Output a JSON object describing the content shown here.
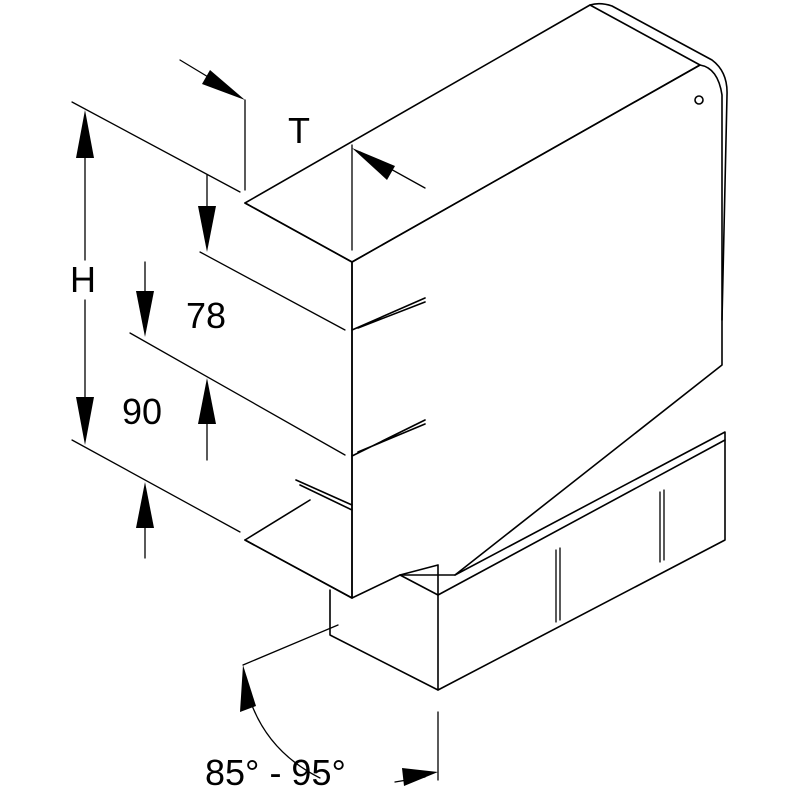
{
  "dimensions": {
    "thickness_label": "T",
    "height_label": "H",
    "upper_gap": "78",
    "lower_gap": "90",
    "angle_range": "85° - 95°"
  }
}
